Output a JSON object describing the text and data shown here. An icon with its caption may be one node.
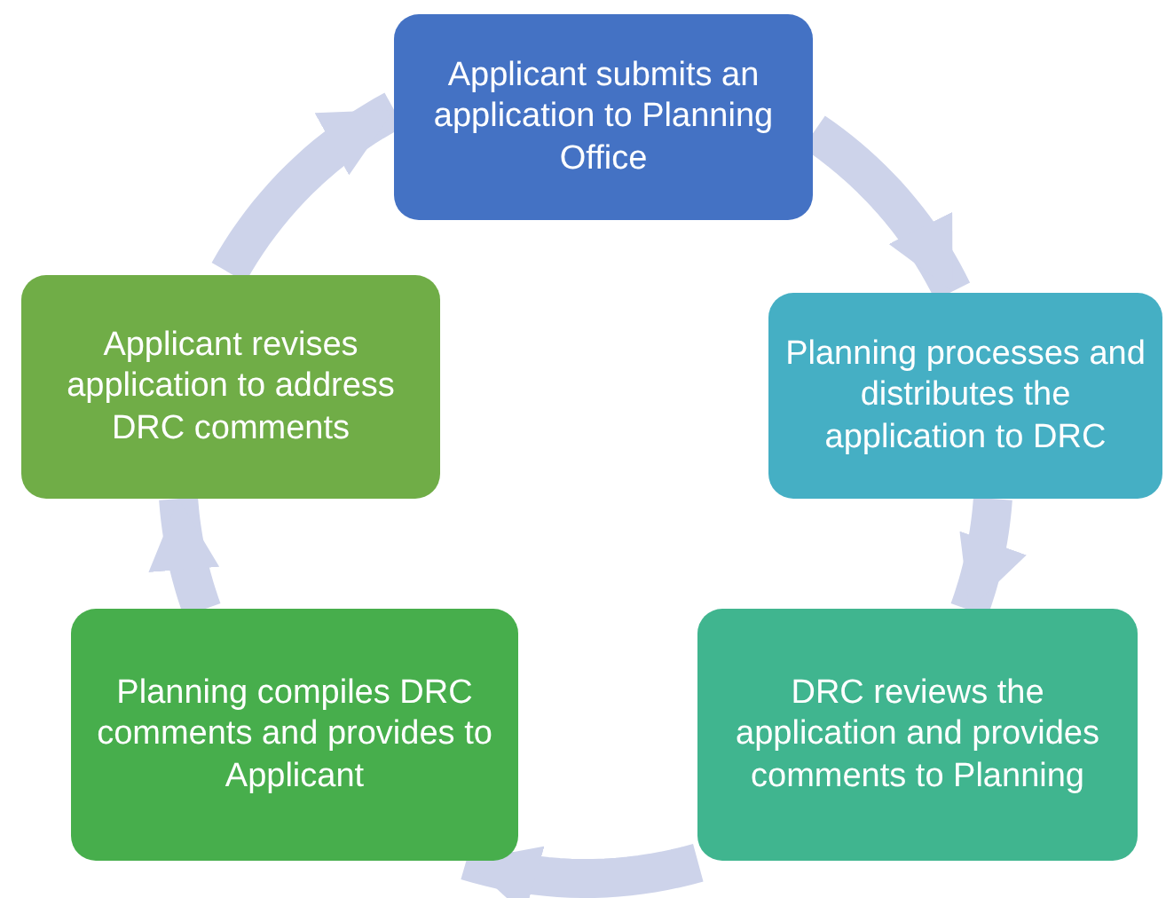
{
  "diagram": {
    "nodes": [
      {
        "text": [
          "Applicant submits an application to Planning Office"
        ]
      },
      {
        "text": [
          "Planning processes and distributes the application to DRC"
        ]
      },
      {
        "text": [
          "DRC reviews the application and provides comments to Planning"
        ]
      },
      {
        "text": [
          "Planning compiles DRC comments and provides to Applicant"
        ]
      },
      {
        "text": [
          "Applicant revises application to address DRC comments"
        ]
      }
    ],
    "edges": [
      {
        "from": 0,
        "to": 1,
        "arrow": "to"
      },
      {
        "from": 1,
        "to": 2,
        "arrow": "to"
      },
      {
        "from": 2,
        "to": 3,
        "arrow": "to"
      },
      {
        "from": 3,
        "to": 4,
        "arrow": "to"
      },
      {
        "from": 4,
        "to": 0,
        "arrow": "to"
      }
    ]
  }
}
